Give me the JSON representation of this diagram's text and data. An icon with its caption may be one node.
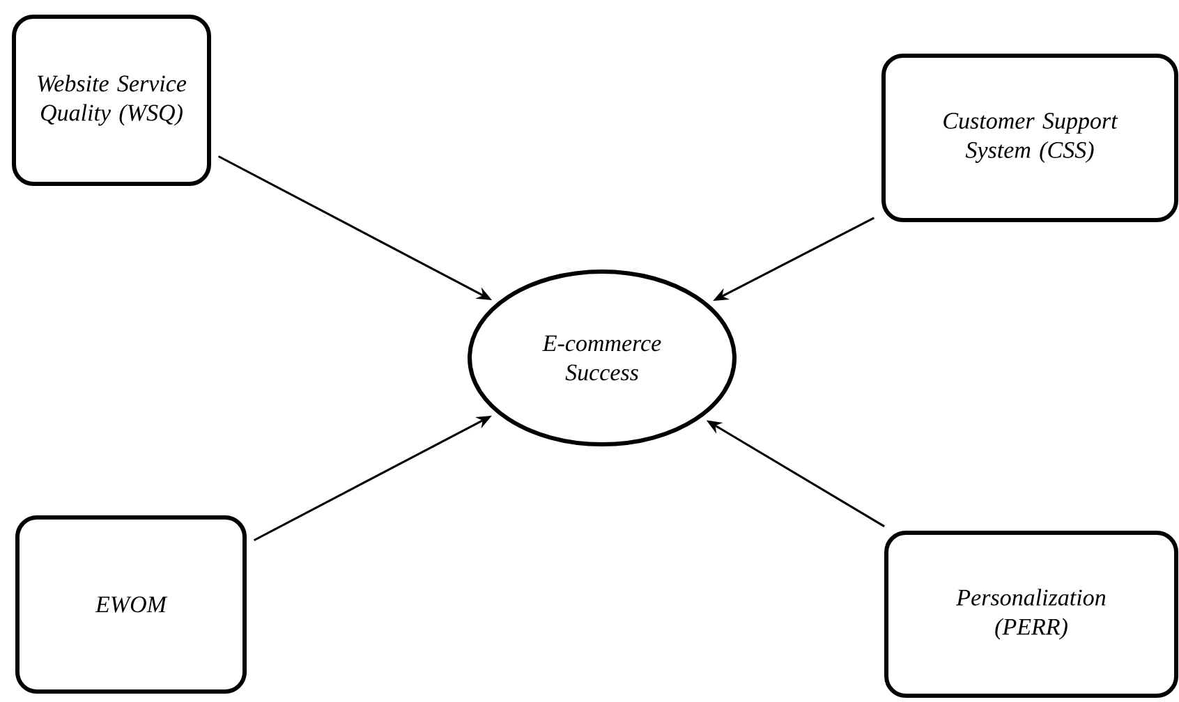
{
  "diagram": {
    "nodes": [
      {
        "text": [
          "Website Service Quality (WSQ)"
        ]
      },
      {
        "text": [
          "Customer Support System (CSS)"
        ]
      },
      {
        "text": [
          "E-commerce Success"
        ]
      },
      {
        "text": [
          "EWOM"
        ]
      },
      {
        "text": [
          "Personalization (PERR)"
        ]
      }
    ],
    "edges": [
      {
        "from": 0,
        "to": 2,
        "arrow": "to"
      },
      {
        "from": 1,
        "to": 2,
        "arrow": "to"
      },
      {
        "from": 3,
        "to": 2,
        "arrow": "to"
      },
      {
        "from": 4,
        "to": 2,
        "arrow": "to"
      }
    ]
  }
}
